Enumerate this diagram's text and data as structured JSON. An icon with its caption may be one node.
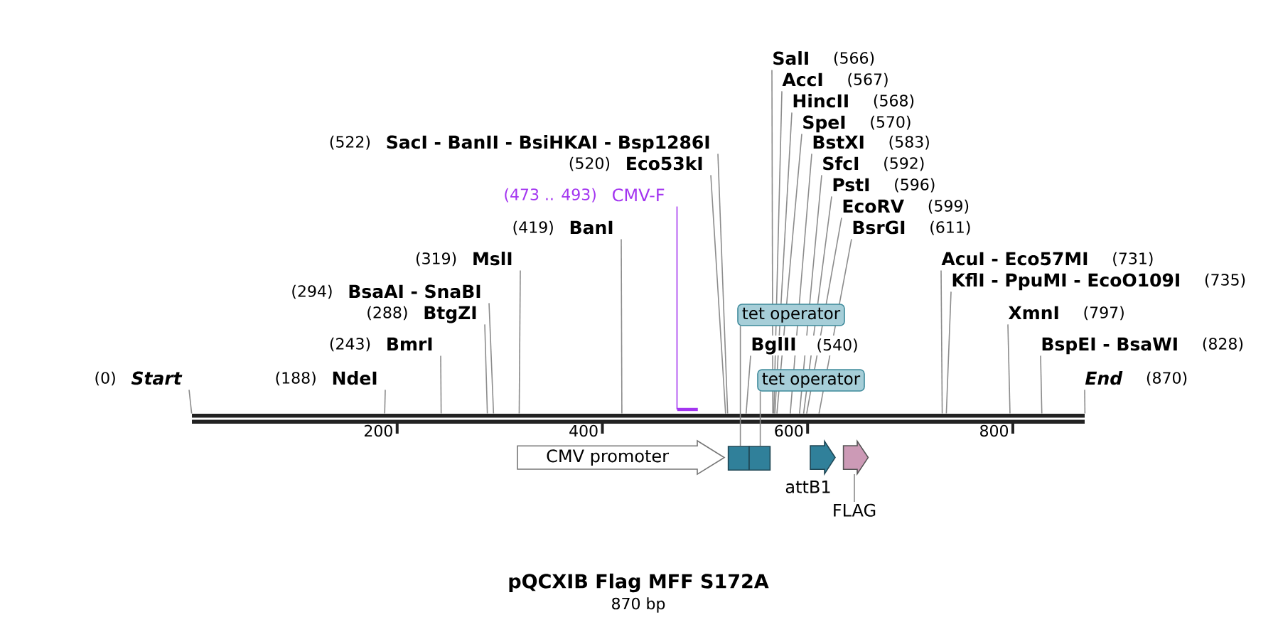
{
  "diagram": {
    "title": "pQCXIB Flag MFF S172A",
    "caption": "870 bp",
    "nodes": [
      {
        "text": [
          "SalI"
        ],
        "beside": [
          "(566)"
        ]
      },
      {
        "text": [
          "AccI"
        ],
        "beside": [
          "(567)"
        ]
      },
      {
        "text": [
          "HincII"
        ],
        "beside": [
          "(568)"
        ]
      },
      {
        "text": [
          "SpeI"
        ],
        "beside": [
          "(570)"
        ]
      },
      {
        "text": [
          "SacI - BanII - BsiHKAI - Bsp1286I"
        ],
        "beside": [
          "(522)"
        ]
      },
      {
        "text": [
          "BstXI"
        ],
        "beside": [
          "(583)"
        ]
      },
      {
        "text": [
          "Eco53kI"
        ],
        "beside": [
          "(520)"
        ]
      },
      {
        "text": [
          "SfcI"
        ],
        "beside": [
          "(592)"
        ]
      },
      {
        "text": [
          "PstI"
        ],
        "beside": [
          "(596)"
        ]
      },
      {
        "text": [
          "CMV-F"
        ],
        "beside": [
          "(473 .. 493)"
        ]
      },
      {
        "text": [
          "EcoRV"
        ],
        "beside": [
          "(599)"
        ]
      },
      {
        "text": [
          "BanI"
        ],
        "beside": [
          "(419)"
        ]
      },
      {
        "text": [
          "BsrGI"
        ],
        "beside": [
          "(611)"
        ]
      },
      {
        "text": [
          "MslI"
        ],
        "beside": [
          "(319)"
        ]
      },
      {
        "text": [
          "AcuI - Eco57MI"
        ],
        "beside": [
          "(731)"
        ]
      },
      {
        "text": [
          "KflI - PpuMI - EcoO109I"
        ],
        "beside": [
          "(735)"
        ]
      },
      {
        "text": [
          "BsaAI - SnaBI"
        ],
        "beside": [
          "(294)"
        ]
      },
      {
        "text": [
          "BtgZI"
        ],
        "beside": [
          "(288)"
        ]
      },
      {
        "text": [
          "tet operator"
        ]
      },
      {
        "text": [
          "XmnI"
        ],
        "beside": [
          "(797)"
        ]
      },
      {
        "text": [
          "BmrI"
        ],
        "beside": [
          "(243)"
        ]
      },
      {
        "text": [
          "BglII",
          "(540)"
        ]
      },
      {
        "text": [
          "BspEI - BsaWI"
        ],
        "beside": [
          "(828)"
        ]
      },
      {
        "text": [
          "Start"
        ],
        "beside": [
          "(0)"
        ]
      },
      {
        "text": [
          "NdeI"
        ],
        "beside": [
          "(188)"
        ]
      },
      {
        "text": [
          "tet operator"
        ]
      },
      {
        "text": [
          "End"
        ],
        "beside": [
          "(870)"
        ]
      },
      {
        "text": [],
        "shape": "bar"
      },
      {
        "text": [],
        "shape": "bar"
      },
      {
        "text": [
          "CMV promoter"
        ]
      },
      {
        "text": [],
        "shape": "box"
      },
      {
        "text": [],
        "shape": "box"
      },
      {
        "text": [
          "attB1"
        ]
      },
      {
        "text": [],
        "shape": "pentagon"
      },
      {
        "text": [
          "FLAG"
        ]
      }
    ],
    "edges": [
      {
        "from": 0,
        "to": 27,
        "arrow": "none"
      },
      {
        "from": 1,
        "to": 27,
        "arrow": "none"
      },
      {
        "from": 2,
        "to": 27,
        "arrow": "none"
      },
      {
        "from": 3,
        "to": 27,
        "arrow": "none"
      },
      {
        "from": 4,
        "to": 27,
        "arrow": "none"
      },
      {
        "from": 5,
        "to": 27,
        "arrow": "none"
      },
      {
        "from": 6,
        "to": 27,
        "arrow": "none"
      },
      {
        "from": 7,
        "to": 27,
        "arrow": "none"
      },
      {
        "from": 8,
        "to": 27,
        "arrow": "none"
      },
      {
        "from": 9,
        "to": 28,
        "arrow": "none",
        "color": "#a335f0"
      },
      {
        "from": 10,
        "to": 27,
        "arrow": "none"
      },
      {
        "from": 11,
        "to": 27,
        "arrow": "none"
      },
      {
        "from": 12,
        "to": 27,
        "arrow": "none"
      },
      {
        "from": 13,
        "to": 27,
        "arrow": "none"
      },
      {
        "from": 14,
        "to": 27,
        "arrow": "none"
      },
      {
        "from": 15,
        "to": 27,
        "arrow": "none"
      },
      {
        "from": 16,
        "to": 27,
        "arrow": "none"
      },
      {
        "from": 17,
        "to": 27,
        "arrow": "none"
      },
      {
        "from": 18,
        "to": 30,
        "arrow": "none"
      },
      {
        "from": 19,
        "to": 27,
        "arrow": "none"
      },
      {
        "from": 20,
        "to": 27,
        "arrow": "none"
      },
      {
        "from": 21,
        "to": 27,
        "arrow": "none"
      },
      {
        "from": 22,
        "to": 27,
        "arrow": "none"
      },
      {
        "from": 23,
        "to": 27,
        "arrow": "none"
      },
      {
        "from": 24,
        "to": 27,
        "arrow": "none"
      },
      {
        "from": 25,
        "to": 31,
        "arrow": "none"
      },
      {
        "from": 26,
        "to": 27,
        "arrow": "none"
      },
      {
        "from": 34,
        "to": 33,
        "arrow": "none"
      }
    ],
    "labels": [
      "200",
      "400",
      "600",
      "800"
    ]
  }
}
